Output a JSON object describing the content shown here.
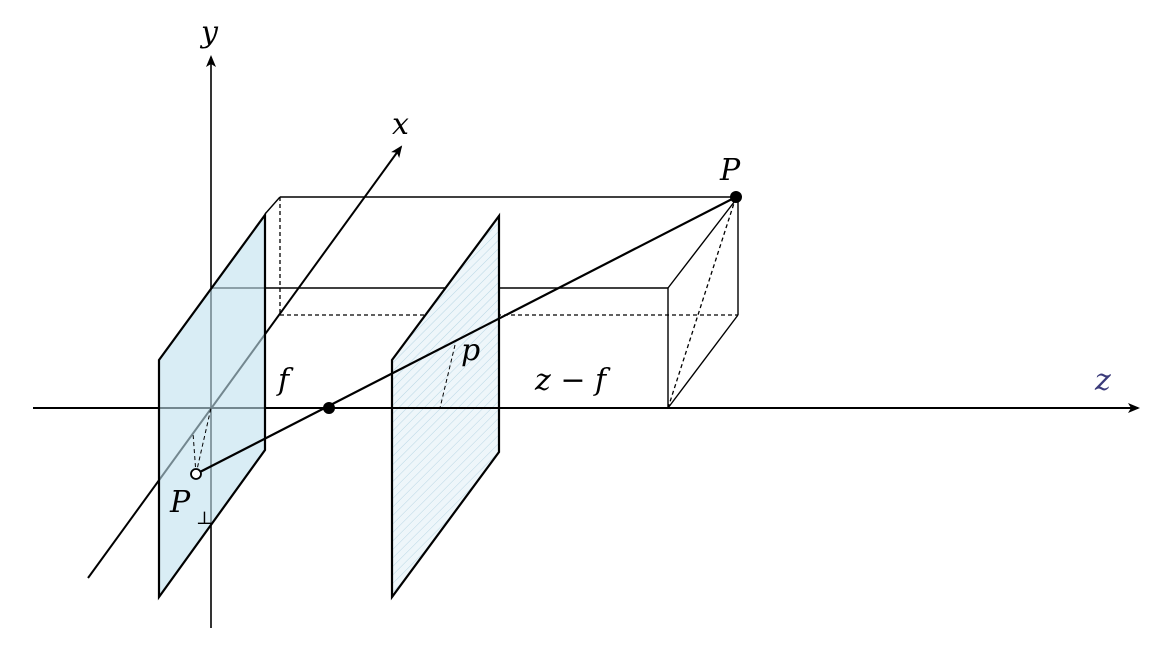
{
  "labels": {
    "y_axis": "y",
    "x_axis": "x",
    "z_axis": "z",
    "point_P": "P",
    "point_P_perp": "P",
    "perp_subscript": "⊥",
    "focal_length": "f",
    "image_point": "p",
    "distance": "z − f"
  },
  "colors": {
    "image_plane_fill": "#d5ebf4",
    "z_label": "#3b3b7a",
    "line": "#000000"
  }
}
